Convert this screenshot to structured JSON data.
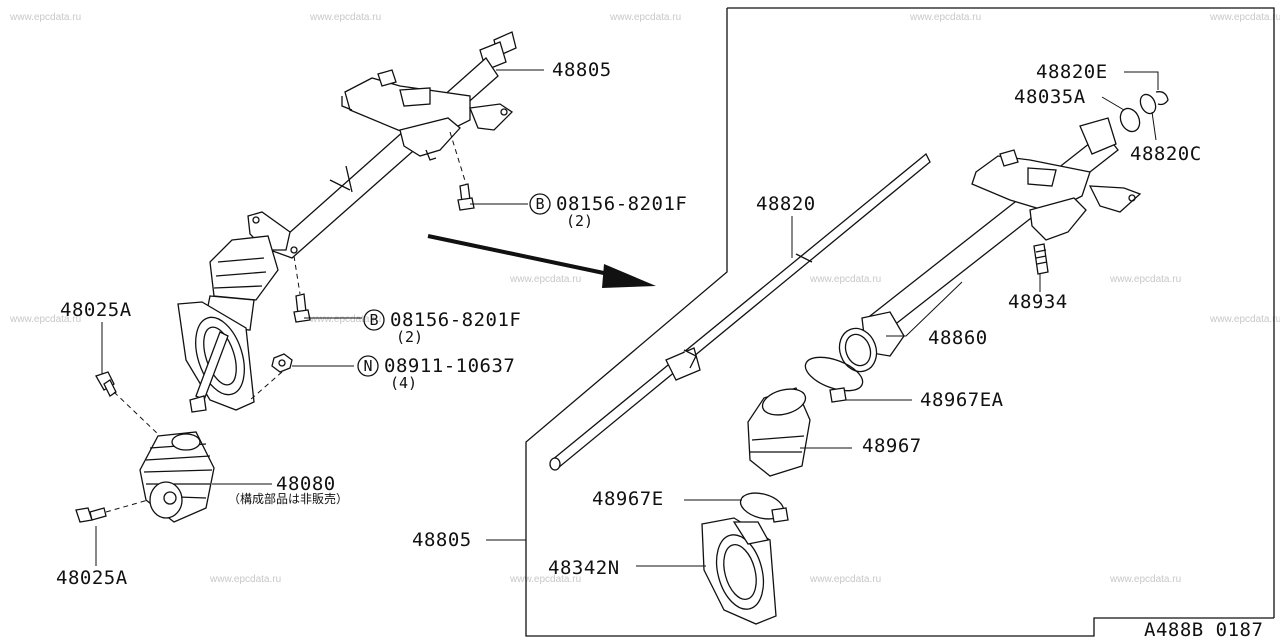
{
  "diagram": {
    "watermark": "www.epcdata.ru",
    "labels": {
      "p48805_top": "48805",
      "bolt_b1": "08156-8201F",
      "bolt_b1_qty": "(2)",
      "bolt_b2": "08156-8201F",
      "bolt_b2_qty": "(2)",
      "nut_n": "08911-10637",
      "nut_n_qty": "(4)",
      "p48025A_top": "48025A",
      "p48025A_bottom": "48025A",
      "p48080": "48080",
      "p48080_note": "（構成部品は非販売）",
      "p48820": "48820",
      "p48820E": "48820E",
      "p48035A": "48035A",
      "p48820C": "48820C",
      "p48934": "48934",
      "p48860": "48860",
      "p48967EA": "48967EA",
      "p48967": "48967",
      "p48967E": "48967E",
      "p48805_box": "48805",
      "p48342N": "48342N",
      "circle_b": "B",
      "circle_n": "N",
      "page_code": "A488B 0187"
    }
  }
}
